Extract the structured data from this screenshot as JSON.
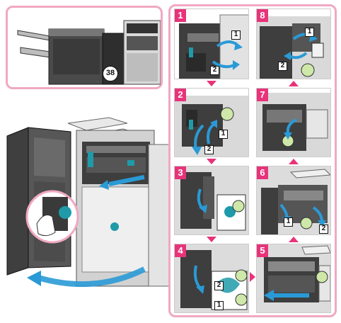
{
  "colors": {
    "accent": "#e8337a",
    "frame": "#f0a8c3",
    "arrow_blue": "#2a9ad6",
    "teal": "#1f9aa8",
    "machine_dark": "#3a3a3a",
    "machine_light": "#e6e6e6"
  },
  "overview": {
    "callout_number": "38"
  },
  "steps": [
    {
      "number": "1",
      "labels": [
        "1",
        "2"
      ]
    },
    {
      "number": "2",
      "labels": [
        "1",
        "2"
      ]
    },
    {
      "number": "3",
      "labels": []
    },
    {
      "number": "4",
      "labels": [
        "2",
        "1"
      ]
    },
    {
      "number": "5",
      "labels": []
    },
    {
      "number": "6",
      "labels": [
        "1",
        "2"
      ]
    },
    {
      "number": "7",
      "labels": []
    },
    {
      "number": "8",
      "labels": [
        "1",
        "2"
      ]
    }
  ],
  "icons": {
    "flow_arrow": "triangle-arrow",
    "open_arrow": "curved-blue-arrow"
  }
}
